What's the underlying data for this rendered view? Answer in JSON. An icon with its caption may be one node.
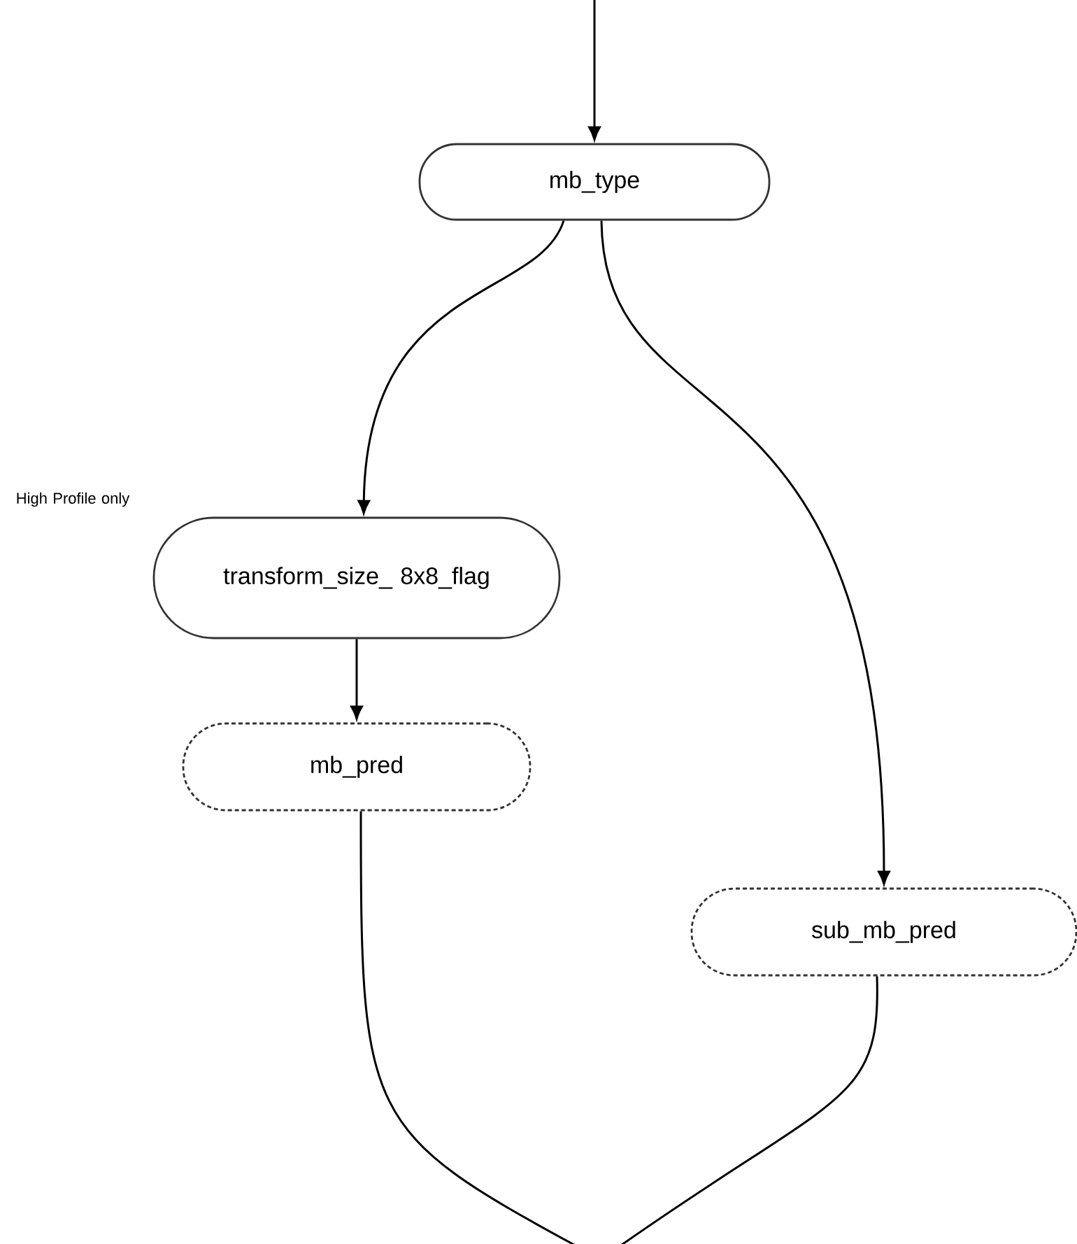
{
  "diagram": {
    "nodes": [
      {
        "text": [
          "mb_type"
        ]
      },
      {
        "text": [
          "transform_size_ 8x8_flag"
        ],
        "beside": [
          "High Profile only"
        ]
      },
      {
        "text": [
          "mb_pred"
        ]
      },
      {
        "text": [
          "sub_mb_pred"
        ]
      }
    ],
    "edges": [
      {
        "from": null,
        "to": 0,
        "arrow": "to"
      },
      {
        "from": 0,
        "to": 1,
        "arrow": "to"
      },
      {
        "from": 0,
        "to": 3,
        "arrow": "to"
      },
      {
        "from": 1,
        "to": 2,
        "arrow": "to"
      },
      {
        "from": 2,
        "to": null,
        "arrow": "none"
      },
      {
        "from": 3,
        "to": null,
        "arrow": "none"
      }
    ]
  }
}
